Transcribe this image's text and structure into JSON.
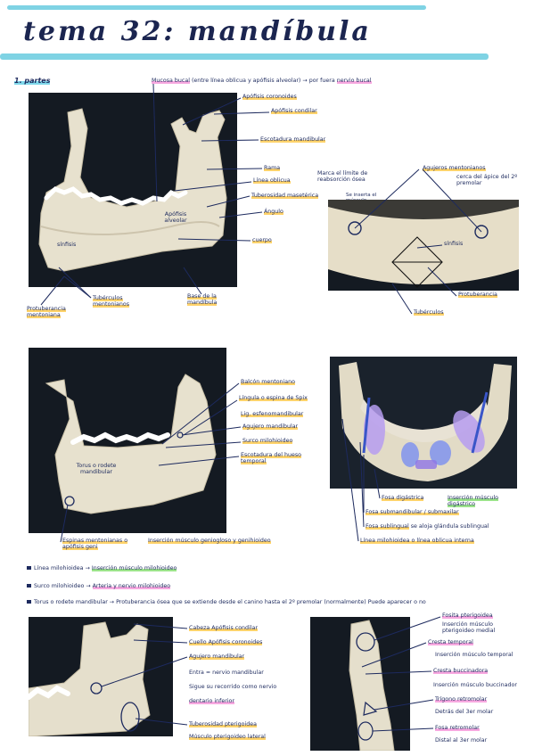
{
  "title": "tema 32: mandíbula",
  "section": "1. partes",
  "top_note": {
    "text": "Mucosa bucal",
    "detail": "(entre línea oblicua y apófisis alveolar)",
    "arrow": "→",
    "rest": "por fuera",
    "nerve": "nervio bucal"
  },
  "panel1": {
    "labels": {
      "coronoides": "Apófisis coronoides",
      "condilar": "Apófisis condilar",
      "escotadura": "Escotadura mandibular",
      "rama": "Rama",
      "linea_oblicua": "Línea oblicua",
      "tuberosidad": "Tuberosidad masetérica",
      "angulo": "Ángulo",
      "cuerpo": "cuerpo",
      "alveolar": "Apófisis alveolar",
      "sinfisis": "sínfisis",
      "tuberculos": "Tubérculos mentonianos",
      "protuberancia": "Protuberancia mentoniana",
      "base": "Base de la mandíbula"
    },
    "notes": {
      "reabsorcion": "Marca el límite de reabsorción ósea",
      "masetero": "Se inserta el músculo masetero"
    }
  },
  "panel2": {
    "agujeros": "Agujeros mentonianos",
    "agujeros_note": "cerca del ápice del 2º premolar",
    "sinfisis": "sínfisis",
    "protuberancia": "Protuberancia",
    "tuberculos": "Tubérculos"
  },
  "panel3": {
    "labels": {
      "balcon": "Balcón mentoniano",
      "lingula": "Língula o espina de Spix",
      "lig": "Lig. esfenomandibular",
      "agujero": "Agujero mandibular",
      "surco": "Surco milohioideo",
      "escotadura": "Escotadura del hueso temporal",
      "torus": "Torus o rodete mandibular"
    },
    "espinas": "Espinas mentonianas o apófisis geni",
    "espinas_note": "Inserción músculo geniogloso y genihioideo"
  },
  "panel4": {
    "digastrica": "Fosa digástrica",
    "digastrica_note": "Inserción músculo digástrico",
    "submandibular": "Fosa submandibular / submaxilar",
    "sublingual": "Fosa sublingual",
    "sublingual_note": "se aloja glándula sublingual",
    "milohioidea": "Línea milohioidea o línea oblicua interna"
  },
  "bullets": [
    {
      "term": "Línea milohioidea",
      "arrow": "→",
      "desc": "Inserción músculo milohioideo"
    },
    {
      "term": "Surco milohioideo",
      "arrow": "→",
      "desc": "Arteria y nervio milohioideo"
    },
    {
      "term": "Torus o rodete mandibular",
      "arrow": "→",
      "desc": "Protuberancia ósea que se extiende desde el canino hasta el 2º premolar (normalmente) Puede aparecer o no"
    }
  ],
  "panel5": {
    "cabeza": "Cabeza Apófisis condilar",
    "cuello": "Cuello Apófisis coronoides",
    "agujero": "Agujero mandibular",
    "agujero_note1": "Entra = nervio mandibular",
    "agujero_note2": "Sigue su recorrido como nervio",
    "agujero_note3": "dentario inferior",
    "tuberosidad": "Tuberosidad pterigoidea",
    "tuberosidad_note": "Músculo pterigoideo lateral"
  },
  "panel6": {
    "fosita": "Fosita pterigoidea",
    "fosita_note": "Inserción músculo pterigoideo medial",
    "cresta_temporal": "Cresta temporal",
    "cresta_temporal_note": "Inserción músculo temporal",
    "cresta_bucc": "Cresta buccinadora",
    "cresta_bucc_note": "Inserción músculo buccinador",
    "trigono": "Trígono retromolar",
    "trigono_note": "Detrás del 3er molar",
    "fosa_retro": "Fosa retromolar",
    "fosa_retro_note": "Distal al 3er molar"
  }
}
